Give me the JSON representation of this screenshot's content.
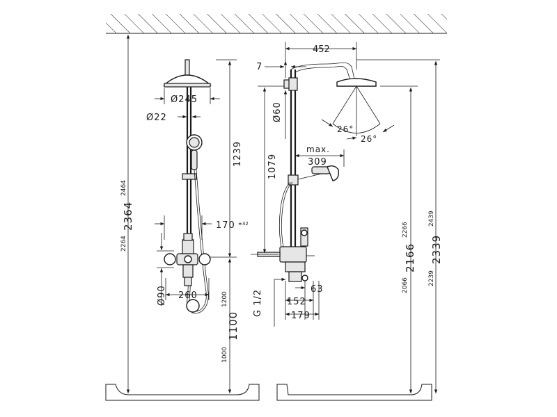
{
  "labels": {
    "d452": "452",
    "d7": "7",
    "d245": "Ø245",
    "d22": "Ø22",
    "d60": "Ø60",
    "d1239": "1239",
    "d1079": "1079",
    "d170": "170",
    "d170tol": "±32",
    "ang1": "26°",
    "ang2": "26°",
    "maxLabel": "max.",
    "d309": "309",
    "d2464": "2464",
    "d2364": "2364",
    "d2264": "2264",
    "d2266": "2266",
    "d2166": "2166",
    "d2066": "2066",
    "d2439": "2439",
    "d2339": "2339",
    "d2239": "2239",
    "d90": "Ø90",
    "d260": "260",
    "d1200": "1200",
    "d1100": "1100",
    "d1000": "1000",
    "g12": "G 1/2",
    "d63": "63",
    "d152": "152",
    "d179": "179"
  }
}
